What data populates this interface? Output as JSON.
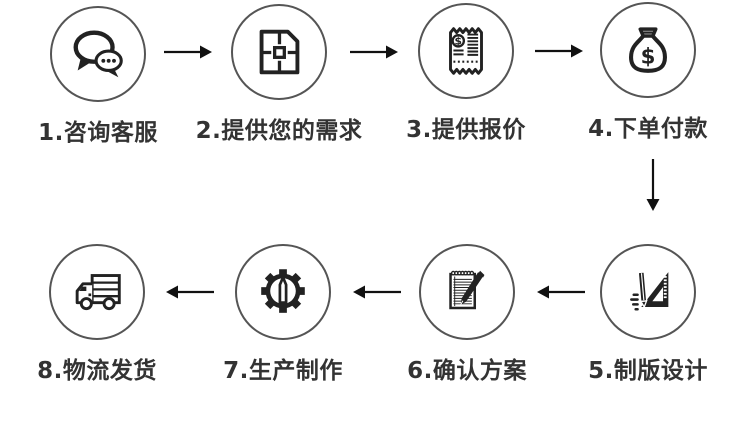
{
  "diagram": {
    "steps": [
      {
        "label": "1.咨询客服",
        "icon": "chat-bubbles-icon"
      },
      {
        "label": "2.提供您的需求",
        "icon": "design-file-icon"
      },
      {
        "label": "3.提供报价",
        "icon": "quotation-receipt-icon"
      },
      {
        "label": "4.下单付款",
        "icon": "money-bag-icon"
      },
      {
        "label": "5.制版设计",
        "icon": "pencil-set-square-icon"
      },
      {
        "label": "6.确认方案",
        "icon": "notepad-pen-icon"
      },
      {
        "label": "7.生产制作",
        "icon": "gear-tool-icon"
      },
      {
        "label": "8.物流发货",
        "icon": "delivery-truck-icon"
      }
    ],
    "colors": {
      "background": "#ffffff",
      "icon_stroke": "#222222",
      "circle_border": "#555555",
      "label_text": "#333333",
      "arrow": "#111111"
    }
  }
}
